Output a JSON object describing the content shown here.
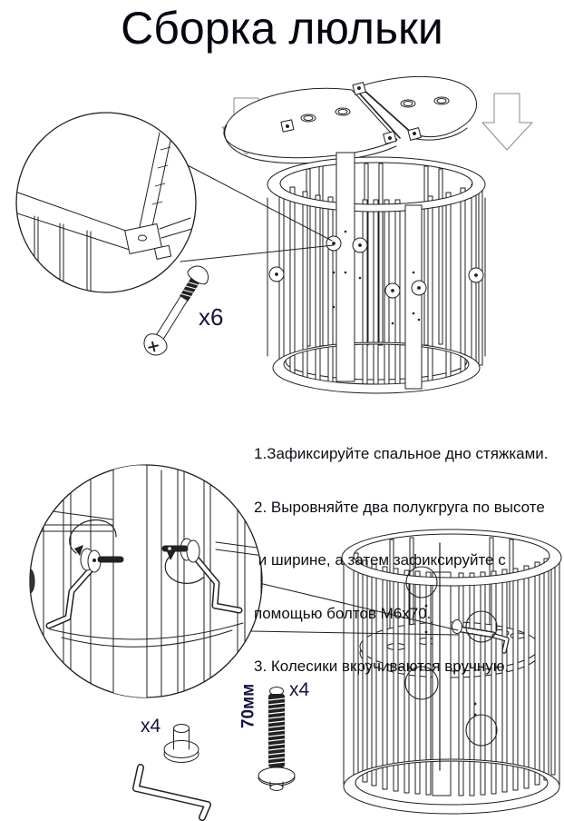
{
  "page": {
    "title": "Сборка люльки"
  },
  "instructions": {
    "lines": [
      "1.Зафиксируйте спальное дно стяжками.",
      "2. Выровняйте два полукгруга по высоте",
      " и ширине, а затем зафиксируйте с",
      "помощью болтов М6х70.",
      "3. Колесики вкручиваются вручную."
    ]
  },
  "labels": {
    "bolt_qty": "x6",
    "caster_qty": "x4",
    "bolt70_qty": "x4",
    "bolt70_len": "70мм"
  },
  "colors": {
    "line": "#1f1f1f",
    "arrow_outline": "#8a8a8a",
    "text": "#0d0d16"
  }
}
